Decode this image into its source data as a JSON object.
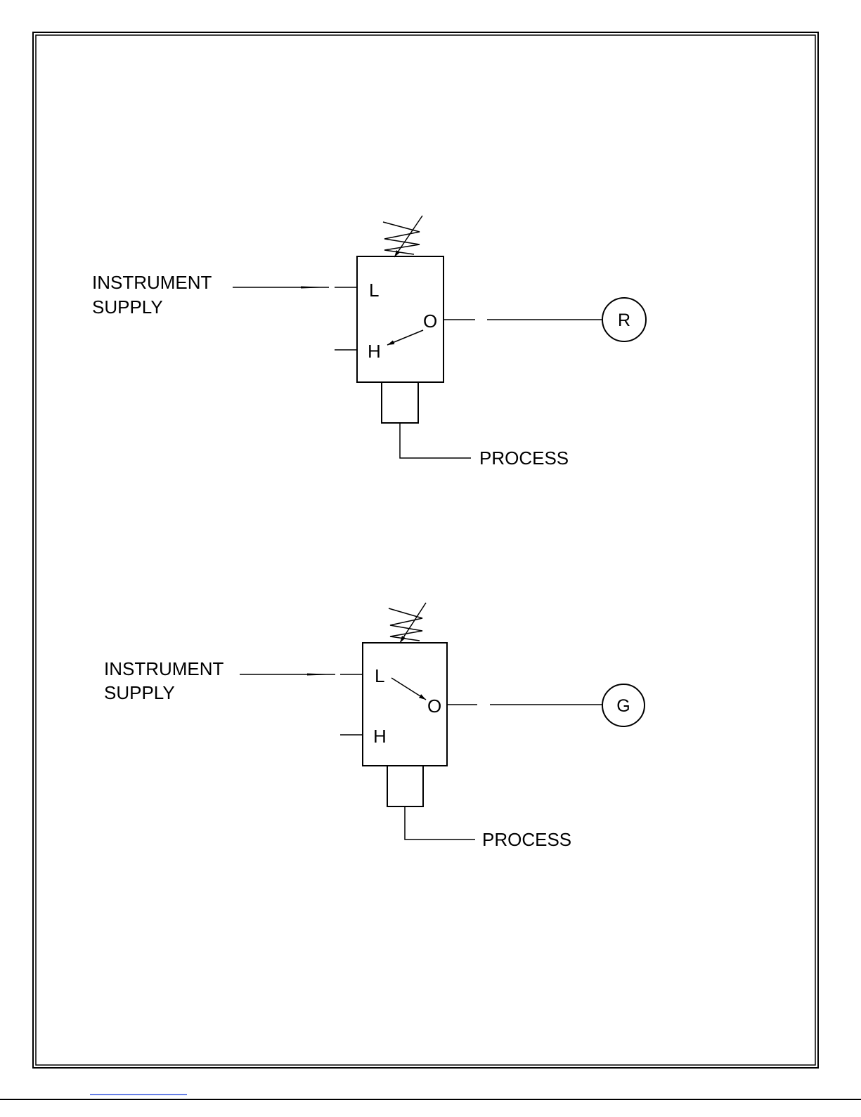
{
  "colors": {
    "line": "#000000",
    "background": "#ffffff",
    "footer_link": "#3355dd"
  },
  "diagrams": [
    {
      "supply_label_line1": "INSTRUMENT",
      "supply_label_line2": "SUPPLY",
      "port_low": "L",
      "port_high": "H",
      "port_output": "O",
      "process_label": "PROCESS",
      "indicator_letter": "R"
    },
    {
      "supply_label_line1": "INSTRUMENT",
      "supply_label_line2": "SUPPLY",
      "port_low": "L",
      "port_high": "H",
      "port_output": "O",
      "process_label": "PROCESS",
      "indicator_letter": "G"
    }
  ]
}
